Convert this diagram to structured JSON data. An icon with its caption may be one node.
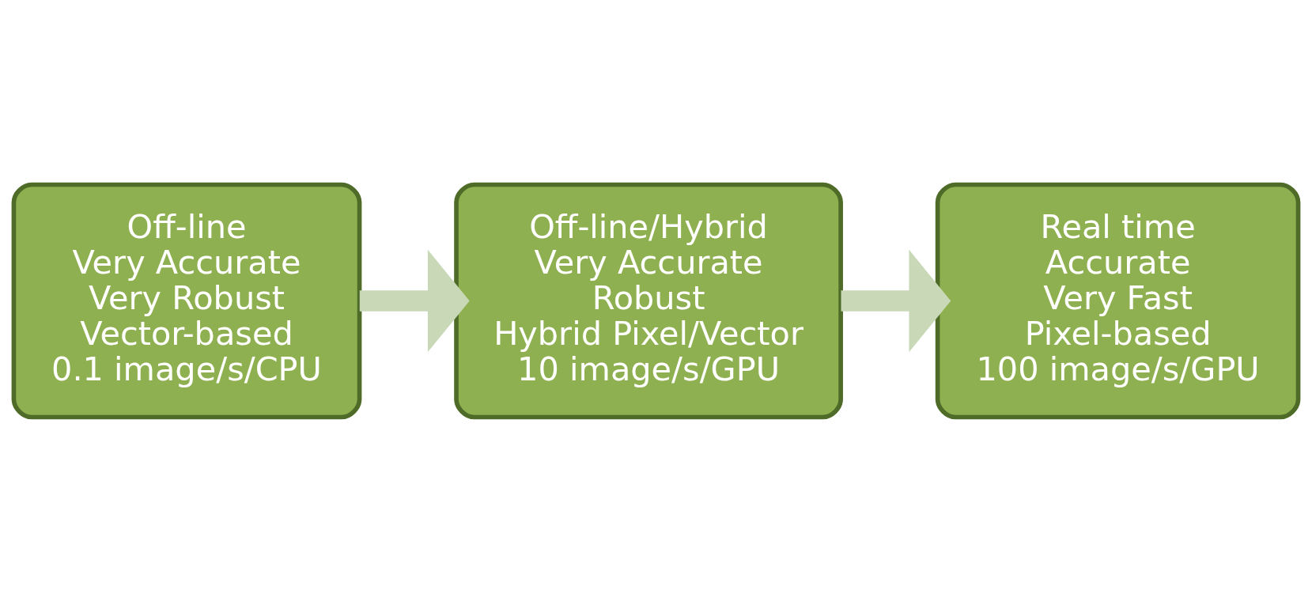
{
  "diagram": {
    "nodes": [
      {
        "text": [
          "Off-line",
          "Very Accurate",
          "Very Robust",
          "Vector-based",
          "0.1 image/s/CPU"
        ]
      },
      {
        "text": [
          "Off-line/Hybrid",
          "Very Accurate",
          "Robust",
          "Hybrid Pixel/Vector",
          "10 image/s/GPU"
        ]
      },
      {
        "text": [
          "Real time",
          "Accurate",
          "Very Fast",
          "Pixel-based",
          "100 image/s/GPU"
        ]
      }
    ],
    "edges": [
      {
        "from": 0,
        "to": 1,
        "arrow": "to"
      },
      {
        "from": 1,
        "to": 2,
        "arrow": "to"
      }
    ]
  }
}
